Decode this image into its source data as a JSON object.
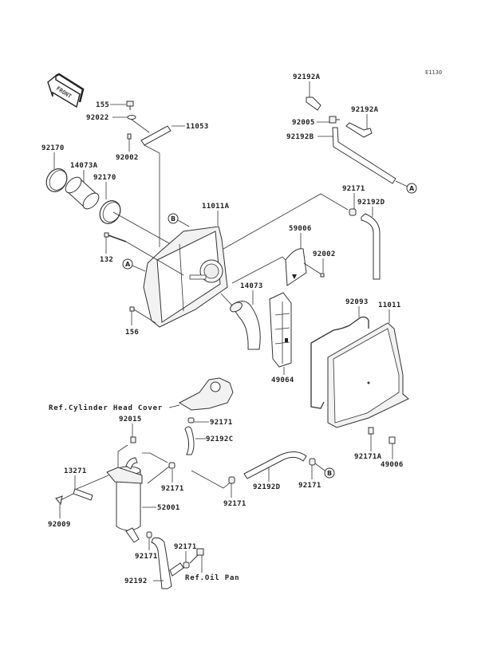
{
  "diagram": {
    "code": "E1130",
    "front_indicator": "FRONT",
    "references": {
      "A": "A",
      "B": "B"
    },
    "labels": {
      "p155": "155",
      "p92022": "92022",
      "p11053": "11053",
      "p92002_top": "92002",
      "p92170_a": "92170",
      "p14073A": "14073A",
      "p92170_b": "92170",
      "p11011A": "11011A",
      "p132": "132",
      "p156": "156",
      "p59006": "59006",
      "p92002_mid": "92002",
      "p14073": "14073",
      "p49064": "49064",
      "p92192A_a": "92192A",
      "p92192A_b": "92192A",
      "p92005": "92005",
      "p92192B": "92192B",
      "p92171_top": "92171",
      "p92192D_top": "92192D",
      "p92093": "92093",
      "p11011": "11011",
      "p92171A": "92171A",
      "p49006": "49006",
      "ref_cyl_head": "Ref.Cylinder Head Cover",
      "p92015": "92015",
      "p92171_c": "92171",
      "p92192C": "92192C",
      "p13271": "13271",
      "p92171_d": "92171",
      "p52001": "52001",
      "p92009": "92009",
      "p92171_e": "92171",
      "p92192D_bot": "92192D",
      "p92171_f": "92171",
      "p92171_g": "92171",
      "p92171_h": "92171",
      "p92192": "92192",
      "ref_oil_pan": "Ref.Oil Pan"
    }
  }
}
